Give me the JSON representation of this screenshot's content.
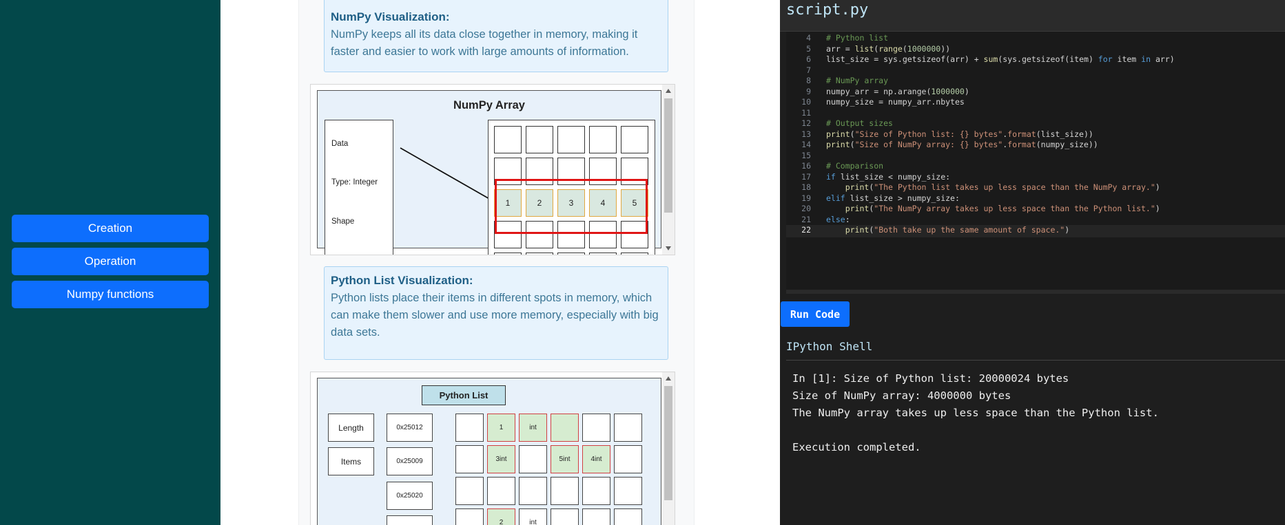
{
  "sidebar": {
    "items": [
      {
        "label": "Creation"
      },
      {
        "label": "Operation"
      },
      {
        "label": "Numpy functions"
      }
    ]
  },
  "numpy_info": {
    "title": "NumPy Visualization:",
    "text": "NumPy keeps all its data close together in memory, making it faster and easier to work with large amounts of information."
  },
  "numpy_viz": {
    "title": "NumPy Array",
    "meta": [
      "Data",
      "Type: Integer",
      "Shape"
    ],
    "highlight_values": [
      "1",
      "2",
      "3",
      "4",
      "5"
    ]
  },
  "list_info": {
    "title": "Python List Visualization:",
    "text": "Python lists place their items in different spots in memory, which can make them slower and use more memory, especially with big data sets."
  },
  "list_viz": {
    "title": "Python List",
    "labels": [
      "Length",
      "Items"
    ],
    "addresses": [
      "0x25012",
      "0x25009",
      "0x25020"
    ],
    "cells": [
      [
        "",
        "1",
        "int",
        "",
        "",
        ""
      ],
      [
        "",
        "3int",
        "",
        "5int",
        "4int",
        ""
      ],
      [
        "",
        "",
        "",
        "",
        "",
        ""
      ],
      [
        "",
        "2",
        "int",
        "",
        "",
        ""
      ]
    ]
  },
  "editor": {
    "filename": "script.py",
    "active_line": 22,
    "lines": [
      {
        "n": 4,
        "text": "# Python list"
      },
      {
        "n": 5,
        "text": "arr = list(range(1000000))"
      },
      {
        "n": 6,
        "text": "list_size = sys.getsizeof(arr) + sum(sys.getsizeof(item) for item in arr)"
      },
      {
        "n": 7,
        "text": ""
      },
      {
        "n": 8,
        "text": "# NumPy array"
      },
      {
        "n": 9,
        "text": "numpy_arr = np.arange(1000000)"
      },
      {
        "n": 10,
        "text": "numpy_size = numpy_arr.nbytes"
      },
      {
        "n": 11,
        "text": ""
      },
      {
        "n": 12,
        "text": "# Output sizes"
      },
      {
        "n": 13,
        "text": "print(\"Size of Python list: {} bytes\".format(list_size))"
      },
      {
        "n": 14,
        "text": "print(\"Size of NumPy array: {} bytes\".format(numpy_size))"
      },
      {
        "n": 15,
        "text": ""
      },
      {
        "n": 16,
        "text": "# Comparison"
      },
      {
        "n": 17,
        "text": "if list_size < numpy_size:"
      },
      {
        "n": 18,
        "text": "    print(\"The Python list takes up less space than the NumPy array.\")"
      },
      {
        "n": 19,
        "text": "elif list_size > numpy_size:"
      },
      {
        "n": 20,
        "text": "    print(\"The NumPy array takes up less space than the Python list.\")"
      },
      {
        "n": 21,
        "text": "else:"
      },
      {
        "n": 22,
        "text": "    print(\"Both take up the same amount of space.\")"
      }
    ]
  },
  "run_button": {
    "label": "Run Code"
  },
  "shell": {
    "title": "IPython Shell",
    "output": [
      "In [1]: Size of Python list: 20000024 bytes",
      "Size of NumPy array: 4000000 bytes",
      "The NumPy array takes up less space than the Python list.",
      "",
      "Execution completed."
    ]
  },
  "colors": {
    "sidebar_bg": "#03484a",
    "button_blue": "#0d6efd",
    "editor_bg": "#1e1e1e",
    "highlight_red": "#e01515"
  }
}
